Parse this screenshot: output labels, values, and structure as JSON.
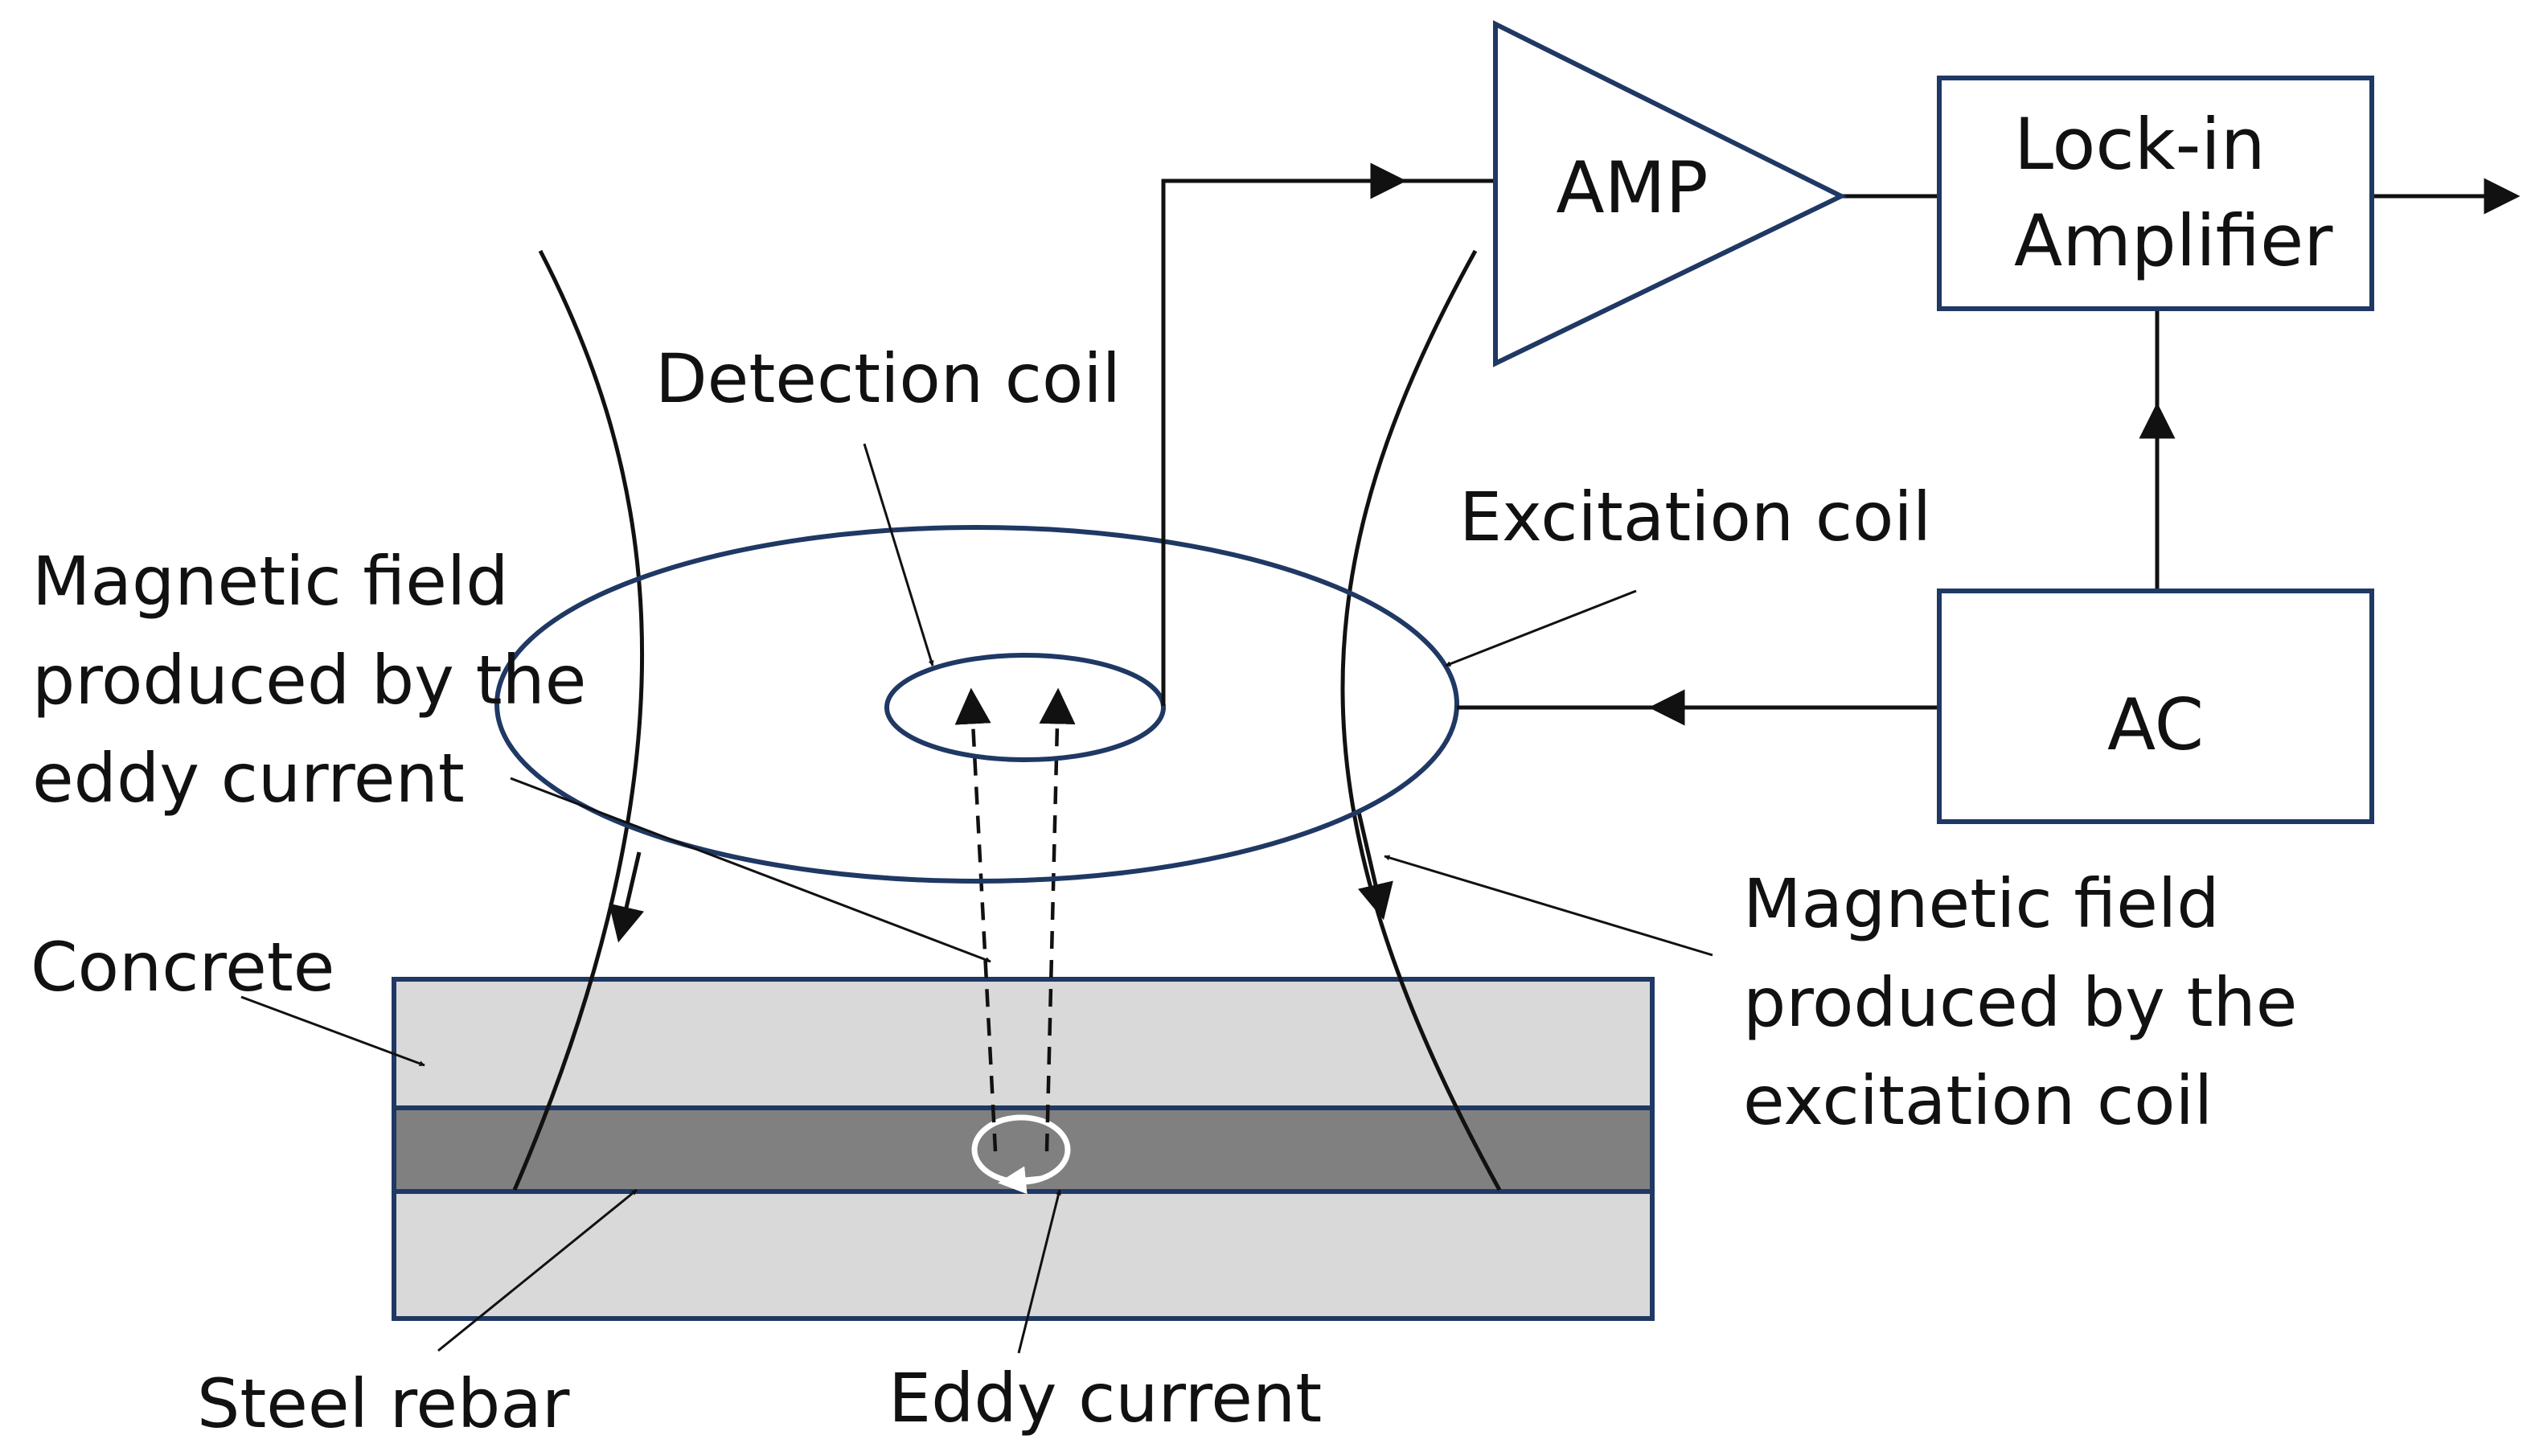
{
  "blocks": {
    "amp": "AMP",
    "lockin": [
      "Lock-in",
      "Amplifier"
    ],
    "ac": "AC"
  },
  "labels": {
    "detection_coil": "Detection coil",
    "excitation_coil": "Excitation coil",
    "eddy_field": [
      "Magnetic field",
      "produced by the",
      "eddy current"
    ],
    "excitation_field": [
      "Magnetic field",
      "produced by the",
      "excitation coil"
    ],
    "concrete": "Concrete",
    "steel_rebar": "Steel rebar",
    "eddy_current": "Eddy current"
  },
  "colors": {
    "outline": "#1f3864",
    "concrete": "#d9d9d9",
    "rebar": "#808080",
    "line": "#111111"
  }
}
